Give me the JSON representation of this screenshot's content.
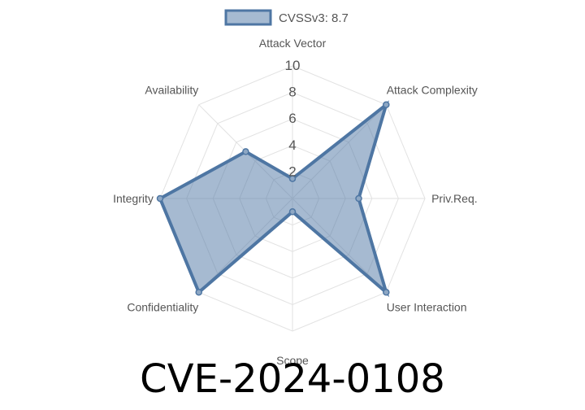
{
  "chart_data": {
    "type": "radar",
    "axes": [
      "Attack Vector",
      "Attack Complexity",
      "Priv.Req.",
      "User Interaction",
      "Scope",
      "Confidentiality",
      "Integrity",
      "Availability"
    ],
    "series": [
      {
        "name": "CVSSv3: 8.7",
        "values": [
          1.5,
          10,
          5,
          10,
          1,
          10,
          10,
          5
        ]
      }
    ],
    "r_range": [
      0,
      10
    ],
    "r_ticks": [
      "2",
      "4",
      "6",
      "8",
      "10"
    ],
    "grid": true,
    "legend_position": "top"
  },
  "colors": {
    "series_line": "#4e76a3",
    "series_fill": "#4e76a3",
    "grid_line": "#e2e2e2",
    "text": "#555555",
    "caption": "#000000"
  },
  "caption": "CVE-2024-0108"
}
